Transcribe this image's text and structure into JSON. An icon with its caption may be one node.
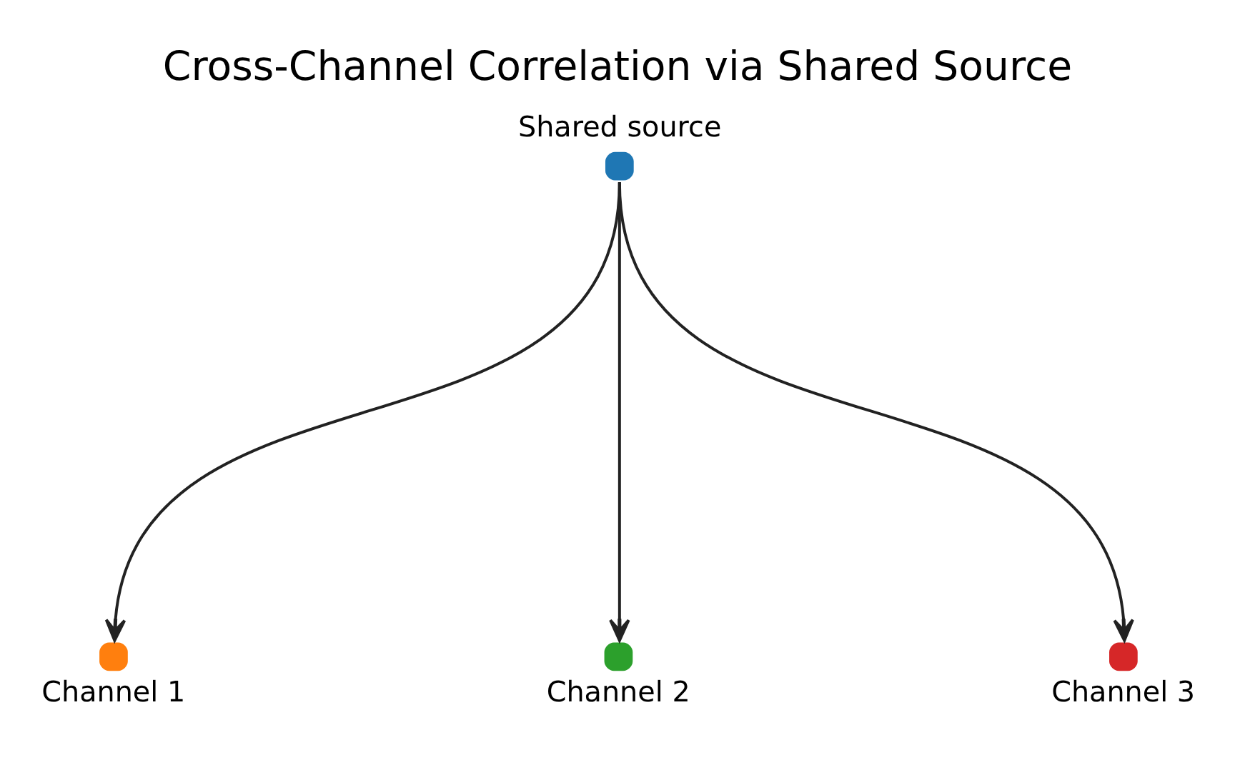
{
  "diagram": {
    "title": "Cross-Channel Correlation via Shared Source",
    "nodes": [
      {
        "text": [
          "Shared source"
        ]
      },
      {
        "text": [
          "Channel 1"
        ]
      },
      {
        "text": [
          "Channel 2"
        ]
      },
      {
        "text": [
          "Channel 3"
        ]
      }
    ],
    "edges": [
      {
        "from": 0,
        "to": 1,
        "arrow": "to"
      },
      {
        "from": 0,
        "to": 2,
        "arrow": "to"
      },
      {
        "from": 0,
        "to": 3,
        "arrow": "to"
      }
    ]
  }
}
